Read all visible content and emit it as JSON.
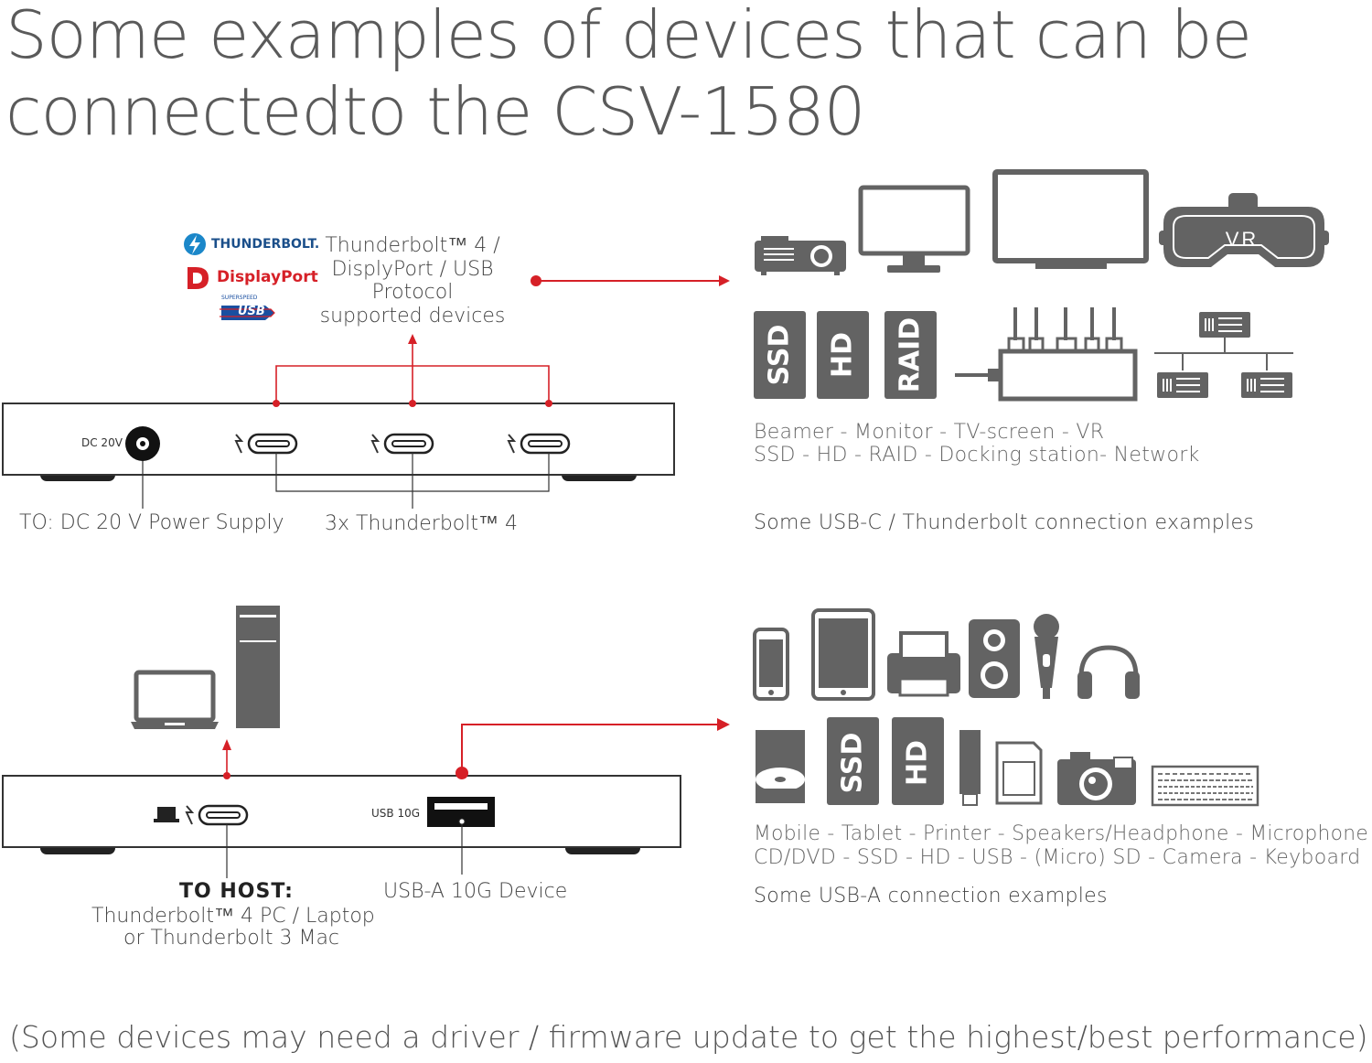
{
  "title_line1": "Some examples of devices that can be",
  "title_line2": "connectedto the CSV-1580",
  "logos": {
    "thunderbolt": "THUNDERBOLT.",
    "displayport": "DisplayPort",
    "usb_super": "SUPERSPEED",
    "usb": "USB"
  },
  "top": {
    "supported_label": "Thunderbolt™ 4 /\nDisplyPort / USB\nProtocol\nsupported devices",
    "dc_label": "DC 20V",
    "power_label": "TO: DC 20 V Power Supply",
    "ports_label": "3x Thunderbolt™ 4",
    "icon_caption_1": "Beamer - Monitor - TV-screen - VR",
    "icon_caption_2": "SSD - HD - RAID - Docking station- Network",
    "examples_caption": "Some USB-C / Thunderbolt connection examples",
    "vr_text": "VR",
    "ssd_text": "SSD",
    "hd_text": "HD",
    "raid_text": "RAID"
  },
  "bottom": {
    "usb_port_label": "USB 10G",
    "host_title": "TO HOST:",
    "host_line1": "Thunderbolt™ 4 PC / Laptop",
    "host_line2": "or Thunderbolt 3 Mac",
    "usba_label": "USB-A 10G Device",
    "icon_caption_1": "Mobile - Tablet - Printer - Speakers/Headphone - Microphone",
    "icon_caption_2": "CD/DVD - SSD - HD - USB - (Micro) SD - Camera - Keyboard",
    "examples_caption": "Some USB-A connection examples",
    "ssd_text": "SSD",
    "hd_text": "HD"
  },
  "footer": "(Some devices may need a driver / firmware update to get the highest/best performance)",
  "colors": {
    "accent_red": "#d62027",
    "icon_gray": "#636363",
    "text_gray": "#555555"
  }
}
